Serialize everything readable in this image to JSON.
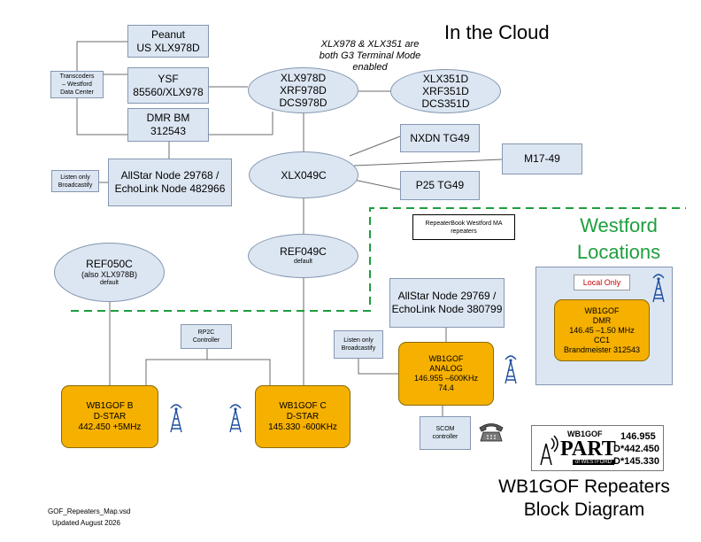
{
  "title_cloud": "In the Cloud",
  "note_terminal": [
    "XLX978 & XLX351 are",
    "both G3 Terminal Mode",
    "enabled"
  ],
  "westford_title": [
    "Westford",
    "Locations"
  ],
  "footer_title": [
    "WB1GOF Repeaters",
    "Block Diagram"
  ],
  "footer_file": "GOF_Repeaters_Map.vsd",
  "footer_updated": "Updated August 2026",
  "peanut": [
    "Peanut",
    "US XLX978D"
  ],
  "ysf": [
    "YSF",
    "85560/XLX978"
  ],
  "dmr_bm": [
    "DMR BM",
    "312543"
  ],
  "transcoders": [
    "Transcoders",
    "– Westford",
    "Data Center"
  ],
  "listen_top": [
    "Listen only",
    "Broadcastify"
  ],
  "allstar_top": [
    "AllStar Node 29768 /",
    "EchoLink Node 482966"
  ],
  "xlx978": [
    "XLX978D",
    "XRF978D",
    "DCS978D"
  ],
  "xlx351": [
    "XLX351D",
    "XRF351D",
    "DCS351D"
  ],
  "nxdn": "NXDN TG49",
  "m17": "M17-49",
  "p25": "P25 TG49",
  "xlx049": "XLX049C",
  "repeaterbook": [
    "RepeaterBook Westford MA",
    "repeaters"
  ],
  "ref050": {
    "title": "REF050C",
    "sub1": "(also XLX978B)",
    "sub2": "default"
  },
  "ref049": {
    "title": "REF049C",
    "sub": "default"
  },
  "allstar_mid": [
    "AllStar Node 29769 /",
    "EchoLink Node 380799"
  ],
  "rp2c": [
    "RP2C",
    "Controller"
  ],
  "listen_mid": [
    "Listen only",
    "Broadcastify"
  ],
  "analog": [
    "WB1GOF",
    "ANALOG",
    "146.955 –600KHz",
    "74.4"
  ],
  "dstar_b": [
    "WB1GOF B",
    "D-STAR",
    "442.450 +5MHz"
  ],
  "dstar_c": [
    "WB1GOF C",
    "D-STAR",
    "145.330 -600KHz"
  ],
  "scom": [
    "SCOM",
    "controller"
  ],
  "local_only": "Local Only",
  "dmr_local": [
    "WB1GOF",
    "DMR",
    "146.45 –1.50 MHz",
    "CC1",
    "Brandmeister 312543"
  ],
  "logo": {
    "call": "WB1GOF",
    "word": "PART",
    "sub": "of WESTFORD",
    "f1": "146.955",
    "f2": "D*442.450",
    "f3": "D*145.330"
  },
  "icons": [
    "antenna-tower-icon",
    "telephone-icon"
  ],
  "colors": {
    "box_fill": "#dce6f2",
    "repeater_fill": "#f5b000",
    "westford_green": "#1e9e3e",
    "local_only_red": "#cc0000"
  }
}
